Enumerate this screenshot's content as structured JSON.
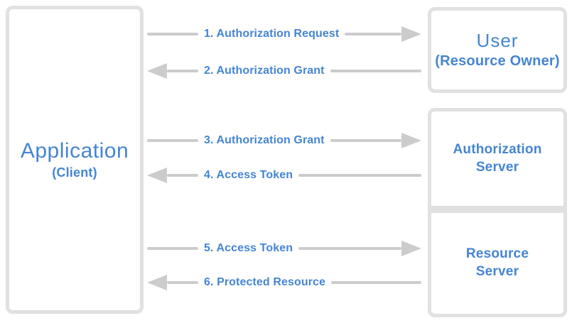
{
  "colors": {
    "text_blue": "#4585d2",
    "arrow_gray": "#cccccc",
    "box_border_gray": "#e1e1e1",
    "background": "#ffffff"
  },
  "entities": {
    "application": {
      "name": "Application",
      "subtitle": "(Client)"
    },
    "user": {
      "name": "User",
      "subtitle": "(Resource Owner)"
    },
    "authorization_server": {
      "name": "Authorization\nServer"
    },
    "resource_server": {
      "name": "Resource\nServer"
    }
  },
  "arrows": [
    {
      "step": 1,
      "label": "1. Authorization Request",
      "direction": "right"
    },
    {
      "step": 2,
      "label": "2. Authorization Grant",
      "direction": "left"
    },
    {
      "step": 3,
      "label": "3. Authorization Grant",
      "direction": "right"
    },
    {
      "step": 4,
      "label": "4. Access Token",
      "direction": "left"
    },
    {
      "step": 5,
      "label": "5. Access Token",
      "direction": "right"
    },
    {
      "step": 6,
      "label": "6. Protected Resource",
      "direction": "left"
    }
  ]
}
